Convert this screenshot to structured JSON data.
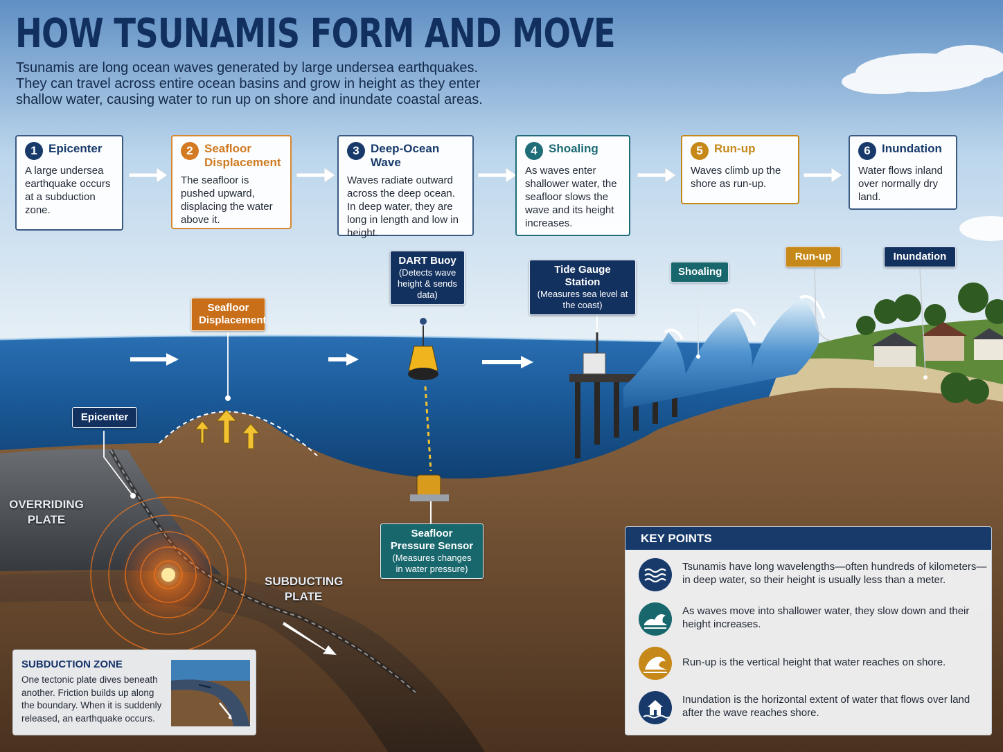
{
  "title": "HOW TSUNAMIS FORM AND MOVE",
  "intro": "Tsunamis are long ocean waves generated by large undersea earthquakes. They can travel across entire ocean basins and grow in height as they enter shallow water, causing water to run up on shore and inundate coastal areas.",
  "steps": [
    {
      "num": "1",
      "title": "Epicenter",
      "text": "A large undersea earthquake occurs at a subduction zone."
    },
    {
      "num": "2",
      "title": "Seafloor Displacement",
      "text": "The seafloor is pushed upward, displacing the water above it."
    },
    {
      "num": "3",
      "title": "Deep-Ocean Wave",
      "text": "Waves radiate outward across the deep ocean. In deep water, they are long in length and low in height."
    },
    {
      "num": "4",
      "title": "Shoaling",
      "text": "As waves enter shallower water, the seafloor slows the wave and its height increases."
    },
    {
      "num": "5",
      "title": "Run-up",
      "text": "Waves climb up the shore as run-up."
    },
    {
      "num": "6",
      "title": "Inundation",
      "text": "Water flows inland over normally dry land."
    }
  ],
  "labels": {
    "seafloor_displacement": "Seafloor Displacement",
    "epicenter": "Epicenter",
    "dart_title": "DART Buoy",
    "dart_sub": "(Detects wave height & sends data)",
    "tide_title": "Tide Gauge Station",
    "tide_sub": "(Measures sea level at the coast)",
    "shoaling": "Shoaling",
    "runup": "Run-up",
    "inundation": "Inundation",
    "sensor_title": "Seafloor Pressure Sensor",
    "sensor_sub": "(Measures changes in water pressure)",
    "overriding_plate": "OVERRIDING PLATE",
    "subducting_plate": "SUBDUCTING PLATE"
  },
  "subduction": {
    "title": "SUBDUCTION ZONE",
    "text": "One tectonic plate dives beneath another. Friction builds up along the boundary. When it is suddenly released, an earthquake occurs."
  },
  "key_points": {
    "title": "KEY POINTS",
    "items": [
      {
        "icon": "wavelength-icon",
        "text": "Tsunamis have long wavelengths—often hundreds of kilometers—in deep water, so their height is usually less than a meter."
      },
      {
        "icon": "shoaling-wave-icon",
        "text": "As waves move into shallower water, they slow down and their height increases."
      },
      {
        "icon": "runup-wave-icon",
        "text": "Run-up is the vertical height that water reaches on shore."
      },
      {
        "icon": "inundation-house-icon",
        "text": "Inundation is the horizontal extent of water that flows over land after the wave reaches shore."
      }
    ]
  },
  "colors": {
    "navy": "#13315f",
    "orange": "#c96f1a",
    "teal": "#17676d",
    "gold": "#c68818",
    "ocean": "#1f5f9e",
    "seafloor": "#6b4a2c"
  }
}
